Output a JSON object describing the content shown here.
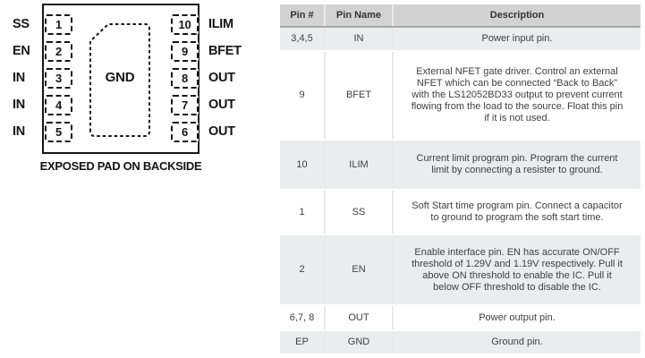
{
  "diagram": {
    "caption": "EXPOSED PAD ON BACKSIDE",
    "pad_label": "GND",
    "left_pins": [
      {
        "number": "1",
        "label": "SS"
      },
      {
        "number": "2",
        "label": "EN"
      },
      {
        "number": "3",
        "label": "IN"
      },
      {
        "number": "4",
        "label": "IN"
      },
      {
        "number": "5",
        "label": "IN"
      }
    ],
    "right_pins": [
      {
        "number": "10",
        "label": "ILIM"
      },
      {
        "number": "9",
        "label": "BFET"
      },
      {
        "number": "8",
        "label": "OUT"
      },
      {
        "number": "7",
        "label": "OUT"
      },
      {
        "number": "6",
        "label": "OUT"
      }
    ]
  },
  "table": {
    "headers": [
      "Pin #",
      "Pin Name",
      "Description"
    ],
    "rows": [
      {
        "pin": "3,4,5",
        "name": "IN",
        "description": "Power input pin."
      },
      {
        "pin": "9",
        "name": "BFET",
        "description": "External NFET gate driver. Control an external NFET which can be connected “Back to Back” with the LS12052BD33 output to prevent current flowing from the load to the source. Float this pin if it is not used."
      },
      {
        "pin": "10",
        "name": "ILIM",
        "description": "Current limit program pin. Program the current limit by connecting a resister to ground."
      },
      {
        "pin": "1",
        "name": "SS",
        "description": "Soft Start time program pin. Connect a capacitor to ground to program the soft start time."
      },
      {
        "pin": "2",
        "name": "EN",
        "description": "Enable interface pin. EN has accurate ON/OFF threshold of 1.29V and 1.19V respectively. Pull it above ON threshold to enable the IC. Pull it below OFF threshold to disable the IC."
      },
      {
        "pin": "6,7, 8",
        "name": "OUT",
        "description": "Power output pin."
      },
      {
        "pin": "EP",
        "name": "GND",
        "description": "Ground pin."
      }
    ]
  },
  "colors": {
    "header_bg": "#d2d2d2",
    "row_shaded_bg": "#e9edee",
    "table_text": "#3f3f3f",
    "line_color": "#151515"
  }
}
